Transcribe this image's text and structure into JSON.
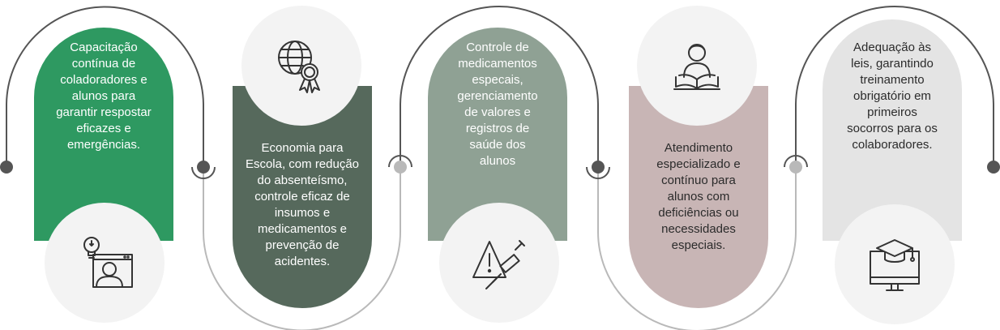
{
  "steps": [
    {
      "text": "Capacitação\ncontínua de\ncoladoradores e\nalunos para\ngarantir respostar\neficazes e\nemergências.",
      "color": "#2e9961",
      "icon": "idea-person-screen-icon"
    },
    {
      "text": "Economia para\nEscola, com redução\ndo absenteísmo,\ncontrole eficaz de\ninsumos e\nmedicamentos e\nprevenção de\nacidentes.",
      "color": "#56695c",
      "icon": "globe-award-icon"
    },
    {
      "text": "Controle de\nmedicamentos\nespecais,\ngerenciamento\nde valores e\nregistros de\nsaúde dos\nalunos",
      "color": "#8fa194",
      "icon": "warning-syringe-icon"
    },
    {
      "text": "Atendimento\nespecializado e\ncontínuo para\nalunos com\ndeficiências ou\nnecessidades\nespeciais.",
      "color": "#c8b5b5",
      "icon": "person-reading-book-icon"
    },
    {
      "text": "Adequação às\nleis, garantindo\ntreinamento\nobrigatório em\nprimeiros\nsocorros para os\ncolaboradores.",
      "color": "#e4e4e4",
      "icon": "graduation-cap-monitor-icon"
    }
  ],
  "colors": {
    "line_dark": "#555555",
    "line_light": "#b9b9b9",
    "dot_dark": "#555555",
    "dot_light": "#b9b9b9",
    "icon_circle": "#f3f3f3",
    "icon_stroke": "#333333"
  }
}
